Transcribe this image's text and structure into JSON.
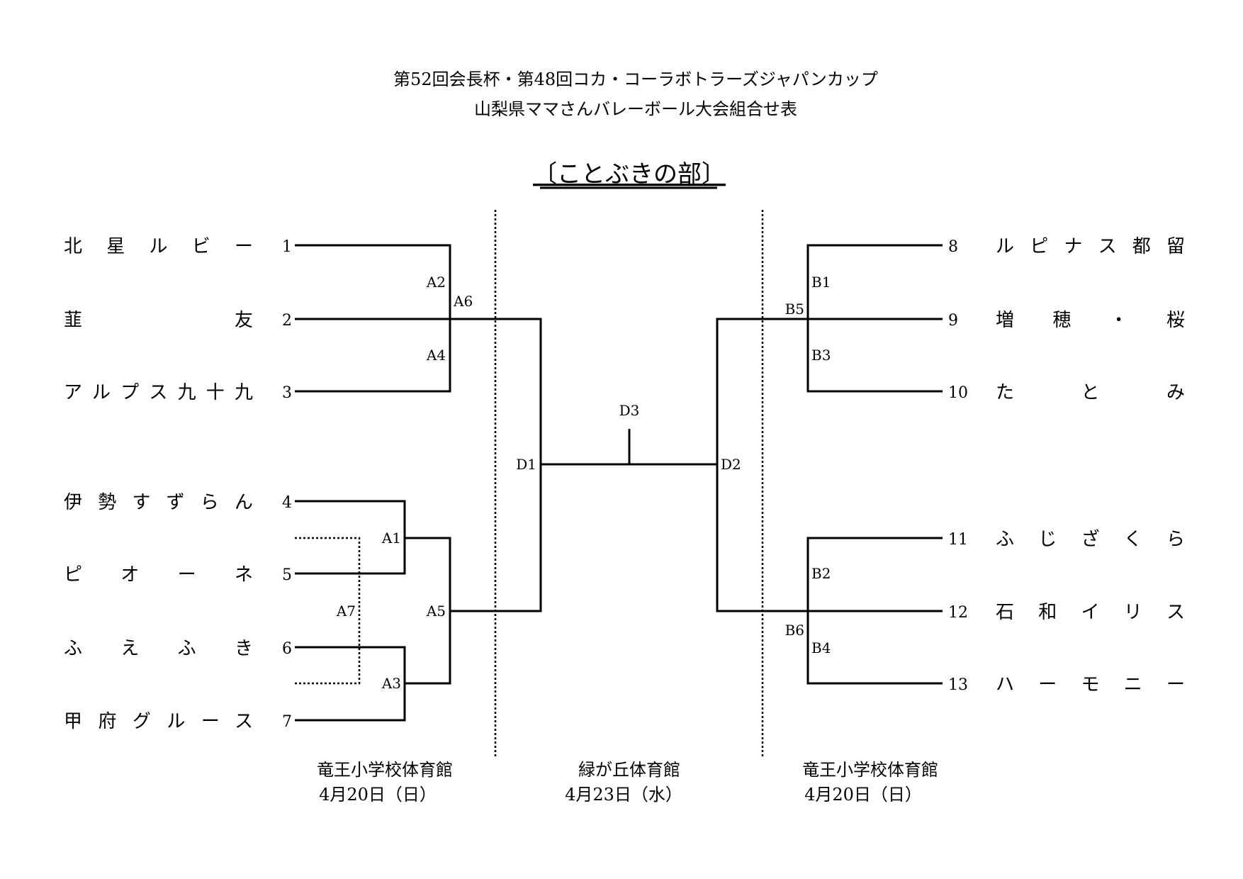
{
  "header": {
    "title_line1": "第52回会長杯・第48回コカ・コーラボトラーズジャパンカップ",
    "title_line2": "山梨県ママさんバレーボール大会組合せ表",
    "division": "〔ことぶきの部〕"
  },
  "left_teams": [
    {
      "no": "1",
      "name": "北星ルビー"
    },
    {
      "no": "2",
      "name": "韮　　　友"
    },
    {
      "no": "3",
      "name": "アルプス九十九"
    },
    {
      "no": "4",
      "name": "伊勢すずらん"
    },
    {
      "no": "5",
      "name": "ピオーネ"
    },
    {
      "no": "6",
      "name": "ふえふき"
    },
    {
      "no": "7",
      "name": "甲府グルース"
    }
  ],
  "right_teams": [
    {
      "no": "8",
      "name": "ルピナス都留"
    },
    {
      "no": "9",
      "name": "増穂・桜"
    },
    {
      "no": "10",
      "name": "たとみ"
    },
    {
      "no": "11",
      "name": "ふじざくら"
    },
    {
      "no": "12",
      "name": "石和イリス"
    },
    {
      "no": "13",
      "name": "ハーモニー"
    }
  ],
  "matches": {
    "A1": "A1",
    "A2": "A2",
    "A3": "A3",
    "A4": "A4",
    "A5": "A5",
    "A6": "A6",
    "A7": "A7",
    "B1": "B1",
    "B2": "B2",
    "B3": "B3",
    "B4": "B4",
    "B5": "B5",
    "B6": "B6",
    "D1": "D1",
    "D2": "D2",
    "D3": "D3"
  },
  "venues": [
    {
      "name": "竜王小学校体育館",
      "date": "4月20日（日）"
    },
    {
      "name": "緑が丘体育館",
      "date": "4月23日（水）"
    },
    {
      "name": "竜王小学校体育館",
      "date": "4月20日（日）"
    }
  ]
}
